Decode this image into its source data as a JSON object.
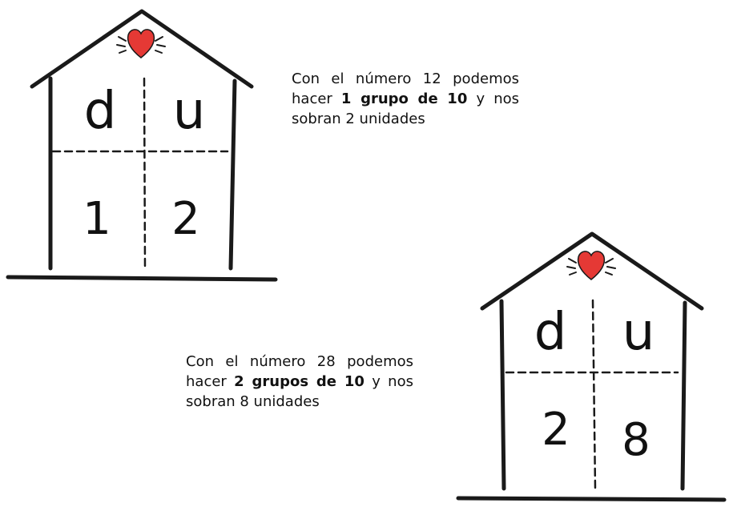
{
  "colors": {
    "line": "#1a1a1a",
    "heart": "#e53935"
  },
  "houses": [
    {
      "header": {
        "tens": "d",
        "units": "u"
      },
      "digits": {
        "tens": "1",
        "units": "2"
      },
      "caption": {
        "part1": "Con el número 12 podemos hacer ",
        "bold": "1 grupo de 10",
        "part2": " y nos sobran 2 unidades"
      }
    },
    {
      "header": {
        "tens": "d",
        "units": "u"
      },
      "digits": {
        "tens": "2",
        "units": "8"
      },
      "caption": {
        "part1": "Con el número 28 podemos hacer ",
        "bold": "2 grupos de 10",
        "part2": " y nos sobran 8 unidades"
      }
    }
  ]
}
